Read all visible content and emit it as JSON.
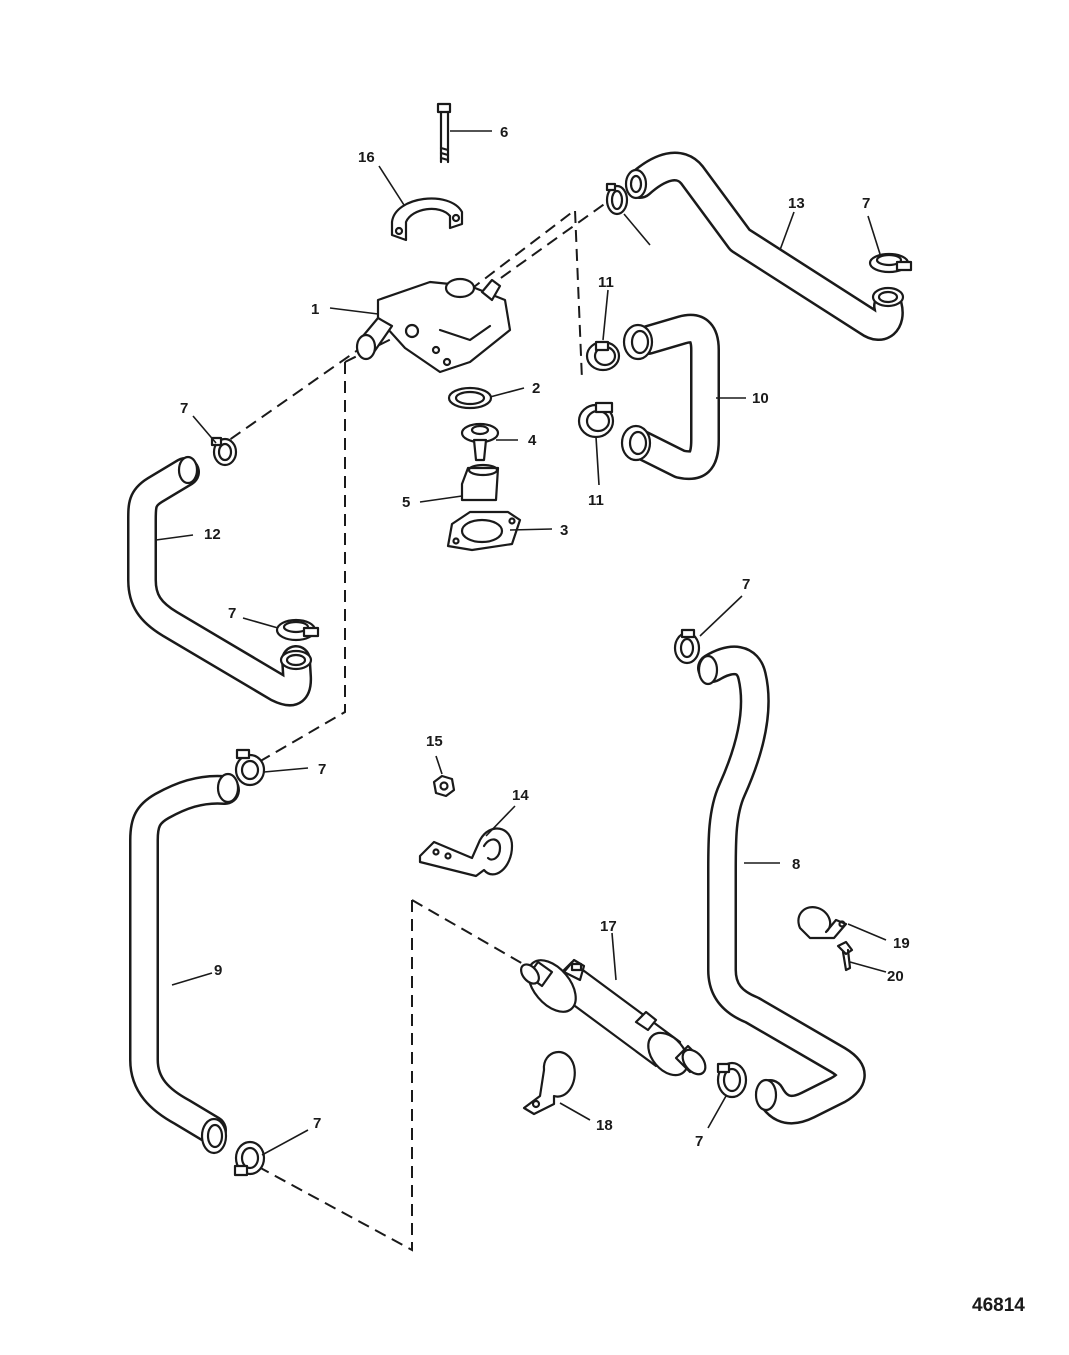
{
  "figure_number": "46814",
  "callouts": {
    "c1": "1",
    "c2": "2",
    "c3": "3",
    "c4": "4",
    "c5": "5",
    "c6": "6",
    "c7a": "7",
    "c7b": "7",
    "c7c": "7",
    "c7d": "7",
    "c7e": "7",
    "c7f": "7",
    "c7g": "7",
    "c8": "8",
    "c9": "9",
    "c10": "10",
    "c11a": "11",
    "c11b": "11",
    "c12": "12",
    "c13": "13",
    "c14": "14",
    "c15": "15",
    "c16": "16",
    "c17": "17",
    "c18": "18",
    "c19": "19",
    "c20": "20"
  }
}
